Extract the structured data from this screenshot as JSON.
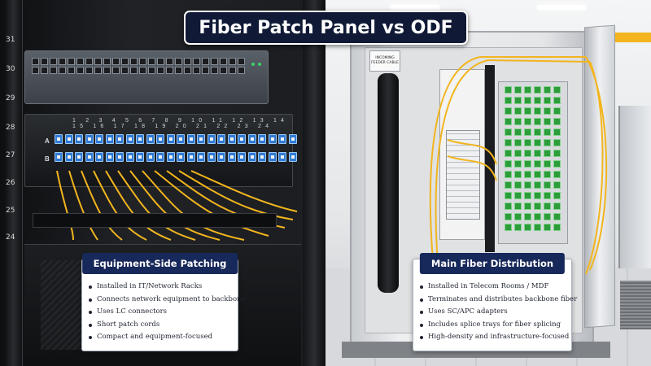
{
  "title": "Fiber Patch Panel vs ODF",
  "left_card": {
    "heading": "Equipment-Side Patching",
    "items": [
      "Installed in IT/Network Racks",
      "Connects network equipment to backbone",
      "Uses LC connectors",
      "Short patch cords",
      "Compact and equipment-focused"
    ]
  },
  "right_card": {
    "heading": "Main Fiber Distribution",
    "items": [
      "Installed in Telecom Rooms / MDF",
      "Terminates and distributes backbone fiber",
      "Uses SC/APC adapters",
      "Includes splice trays for fiber splicing",
      "High-density and infrastructure-focused"
    ]
  },
  "rack_units": [
    "31",
    "30",
    "29",
    "28",
    "27",
    "26",
    "25",
    "24"
  ],
  "panel": {
    "port_numbers": "1 2 3 4 5 6 7 8 9 10 11 12 13 14 15 16 17 18 19 20 21 22 23 24",
    "row_labels": [
      "A",
      "B"
    ]
  },
  "feeder_tag": "INCOMING FEEDER CABLE",
  "colors": {
    "title_bg": "#101a36",
    "card_head_bg": "#17285a",
    "lc_connector": "#2f7bd6",
    "sc_apc_adapter": "#2d9c3a",
    "patch_cord": "#f2b51e"
  }
}
